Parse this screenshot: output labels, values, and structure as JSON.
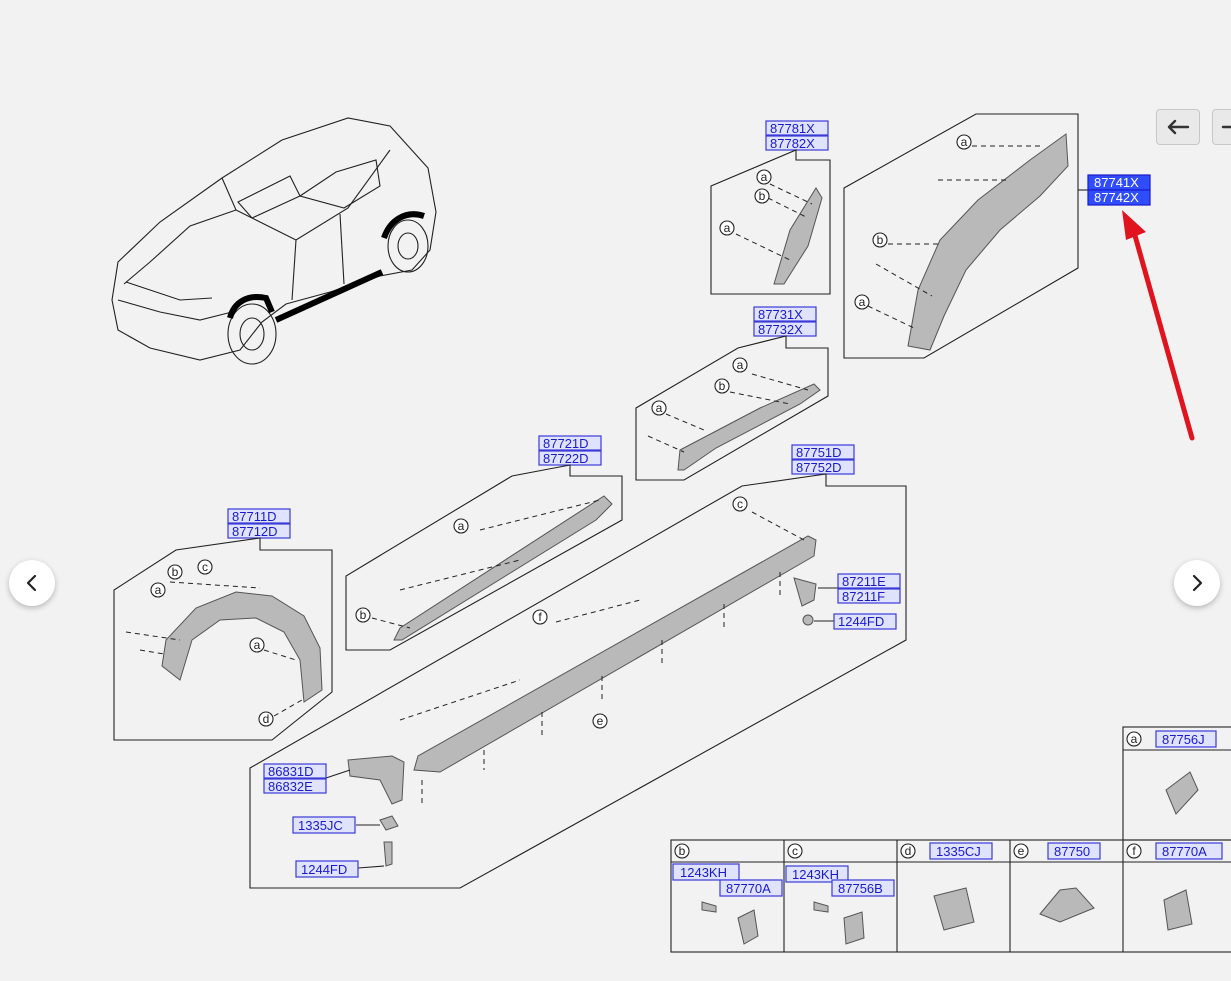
{
  "labels": {
    "p87781": "87781X",
    "p87782": "87782X",
    "p87741": "87741X",
    "p87742": "87742X",
    "p87731": "87731X",
    "p87732": "87732X",
    "p87721": "87721D",
    "p87722": "87722D",
    "p87751": "87751D",
    "p87752": "87752D",
    "p87711": "87711D",
    "p87712": "87712D",
    "p87211E": "87211E",
    "p87211F": "87211F",
    "p1244FD_a": "1244FD",
    "p86831": "86831D",
    "p86832": "86832E",
    "p1335JC": "1335JC",
    "p1244FD_b": "1244FD"
  },
  "callouts": {
    "a": "a",
    "b": "b",
    "c": "c",
    "d": "d",
    "e": "e",
    "f": "f"
  },
  "legend": {
    "a_part": "87756J",
    "b_part1": "1243KH",
    "b_part2": "87770A",
    "c_part1": "1243KH",
    "c_part2": "87756B",
    "d_part": "1335CJ",
    "e_part": "87750",
    "f_part": "87770A"
  },
  "icons": {
    "prev": "chevron-left-icon",
    "next": "chevron-right-icon",
    "back": "arrow-left-icon"
  },
  "colors": {
    "label_text": "#1a1acc",
    "highlight": "#2f4dff",
    "arrow": "#e0141e"
  }
}
